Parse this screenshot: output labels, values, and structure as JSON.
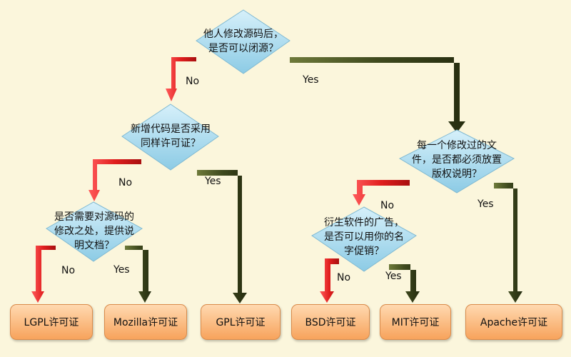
{
  "questions": {
    "q1": "他人修改源码后，\n是否可以闭源？",
    "q2": "新增代码是否采用\n同样许可证？",
    "q3": "是否需要对源码的\n修改之处，提供说\n明文档？",
    "q4": "每一个修改过的文\n件，是否都必须放置\n版权说明？",
    "q5": "衍生软件的广告，\n是否可以用你的名\n字促销？"
  },
  "branches": {
    "yes": "Yes",
    "no": "No"
  },
  "licenses": {
    "lgpl": "LGPL许可证",
    "mozilla": "Mozilla许可证",
    "gpl": "GPL许可证",
    "bsd": "BSD许可证",
    "mit": "MIT许可证",
    "apache": "Apache许可证"
  },
  "colors": {
    "no_arrow": "#d31a1a",
    "yes_arrow": "#3f4a1e",
    "diamond": "#9ad3ea",
    "box": "#f7a35c",
    "background": "#fbf6dc"
  }
}
